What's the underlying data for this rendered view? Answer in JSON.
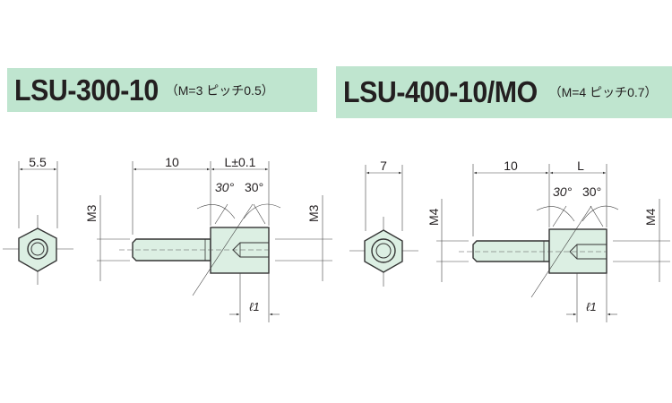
{
  "parts": [
    {
      "code": "LSU-300-10",
      "spec": "（M=3 ピッチ0.5）",
      "dims": {
        "hex_width": "5.5",
        "stud_length": "10",
        "body_length": "L±0.1",
        "angle_left": "30°",
        "angle_right": "30°",
        "thread_left": "M3",
        "thread_right": "M3",
        "depth_label": "ℓ1"
      }
    },
    {
      "code": "LSU-400-10/MO",
      "spec": "（M=4 ピッチ0.7）",
      "dims": {
        "hex_width": "7",
        "stud_length": "10",
        "body_length": "L",
        "angle_left": "30°",
        "angle_right": "30°",
        "thread_left": "M4",
        "thread_right": "M4",
        "depth_label": "ℓ1"
      }
    }
  ],
  "colors": {
    "header_bg": "#bfe5cf",
    "part_fill": "#dcefe3"
  }
}
